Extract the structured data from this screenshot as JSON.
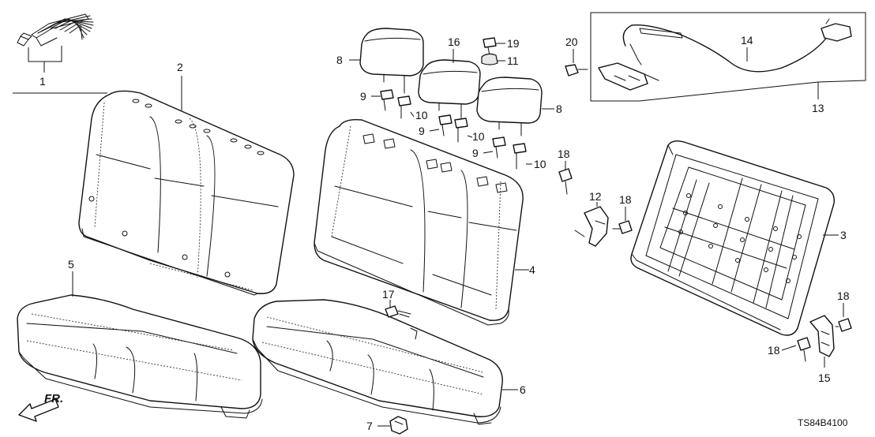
{
  "diagram": {
    "code": "TS84B4100",
    "front_label": "FR."
  },
  "callouts": [
    {
      "id": "c1",
      "label": "1"
    },
    {
      "id": "c2",
      "label": "2"
    },
    {
      "id": "c3",
      "label": "3"
    },
    {
      "id": "c4",
      "label": "4"
    },
    {
      "id": "c5",
      "label": "5"
    },
    {
      "id": "c6",
      "label": "6"
    },
    {
      "id": "c7",
      "label": "7"
    },
    {
      "id": "c8a",
      "label": "8"
    },
    {
      "id": "c8b",
      "label": "8"
    },
    {
      "id": "c9a",
      "label": "9"
    },
    {
      "id": "c9b",
      "label": "9"
    },
    {
      "id": "c9c",
      "label": "9"
    },
    {
      "id": "c10a",
      "label": "10"
    },
    {
      "id": "c10b",
      "label": "10"
    },
    {
      "id": "c10c",
      "label": "10"
    },
    {
      "id": "c11",
      "label": "11"
    },
    {
      "id": "c12",
      "label": "12"
    },
    {
      "id": "c13",
      "label": "13"
    },
    {
      "id": "c14",
      "label": "14"
    },
    {
      "id": "c15",
      "label": "15"
    },
    {
      "id": "c16",
      "label": "16"
    },
    {
      "id": "c17",
      "label": "17"
    },
    {
      "id": "c18a",
      "label": "18"
    },
    {
      "id": "c18b",
      "label": "18"
    },
    {
      "id": "c18c",
      "label": "18"
    },
    {
      "id": "c18d",
      "label": "18"
    },
    {
      "id": "c19",
      "label": "19"
    },
    {
      "id": "c20",
      "label": "20"
    }
  ]
}
